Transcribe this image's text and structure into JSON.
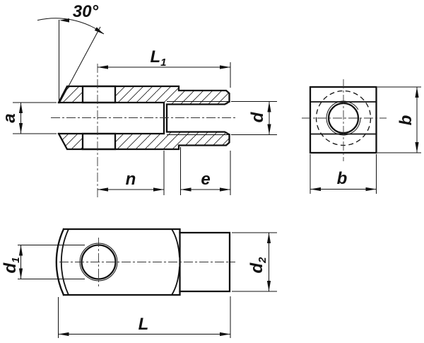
{
  "drawing": {
    "labels": {
      "angle": "30°",
      "l1": {
        "base": "L",
        "sub": "1"
      },
      "a": "a",
      "d": "d",
      "n": "n",
      "e": "e",
      "b_right": "b",
      "b_bottom": "b",
      "d1": {
        "base": "d",
        "sub": "1"
      },
      "d2": {
        "base": "d",
        "sub": "2"
      },
      "l": "L"
    },
    "colors": {
      "ink": "#111111",
      "background": "#ffffff"
    }
  }
}
